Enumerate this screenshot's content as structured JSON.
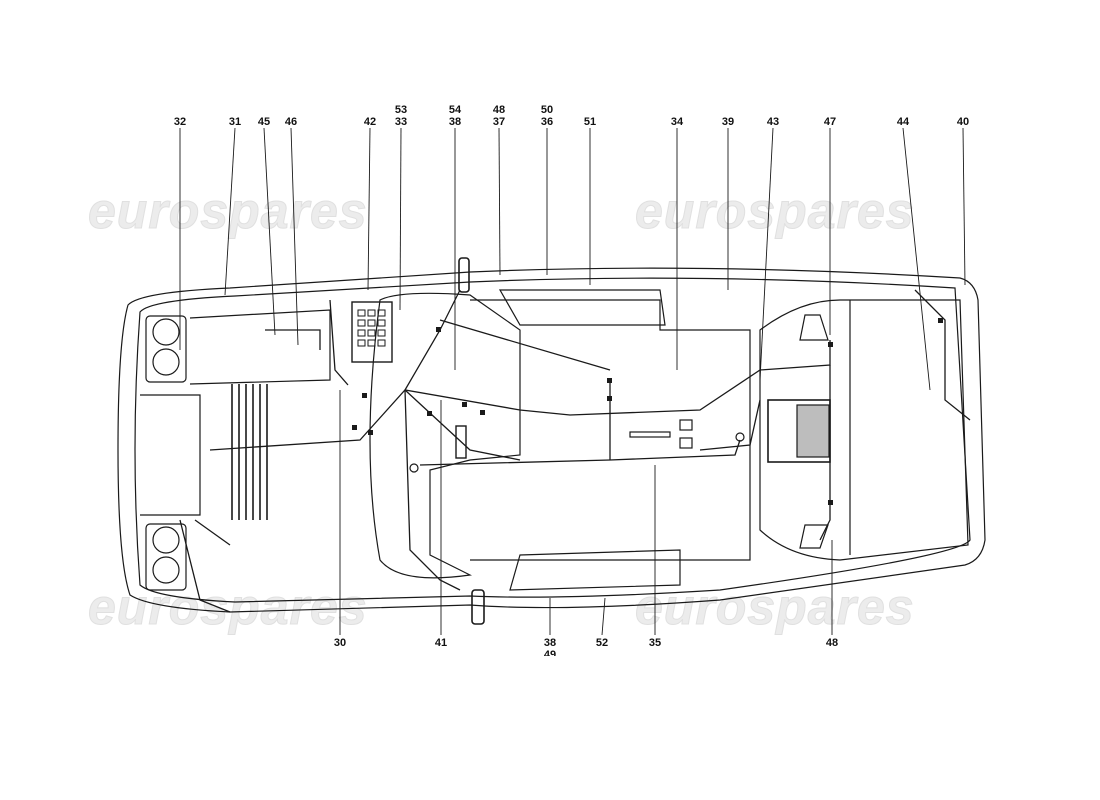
{
  "watermark": "eurospares",
  "callouts": {
    "c32": "32",
    "c31": "31",
    "c45": "45",
    "c46": "46",
    "c42": "42",
    "c53": "53",
    "c33": "33",
    "c54": "54",
    "c38a": "38",
    "c48a": "48",
    "c37": "37",
    "c50": "50",
    "c36": "36",
    "c51": "51",
    "c34": "34",
    "c39": "39",
    "c43": "43",
    "c47": "47",
    "c44": "44",
    "c40": "40",
    "c30": "30",
    "c41": "41",
    "c38b": "38",
    "c49": "49",
    "c52": "52",
    "c35": "35",
    "c48b": "48"
  },
  "colors": {
    "line": "#1a1a1a",
    "watermark": "#e6e6e6",
    "fill": "#bdbdbd"
  }
}
